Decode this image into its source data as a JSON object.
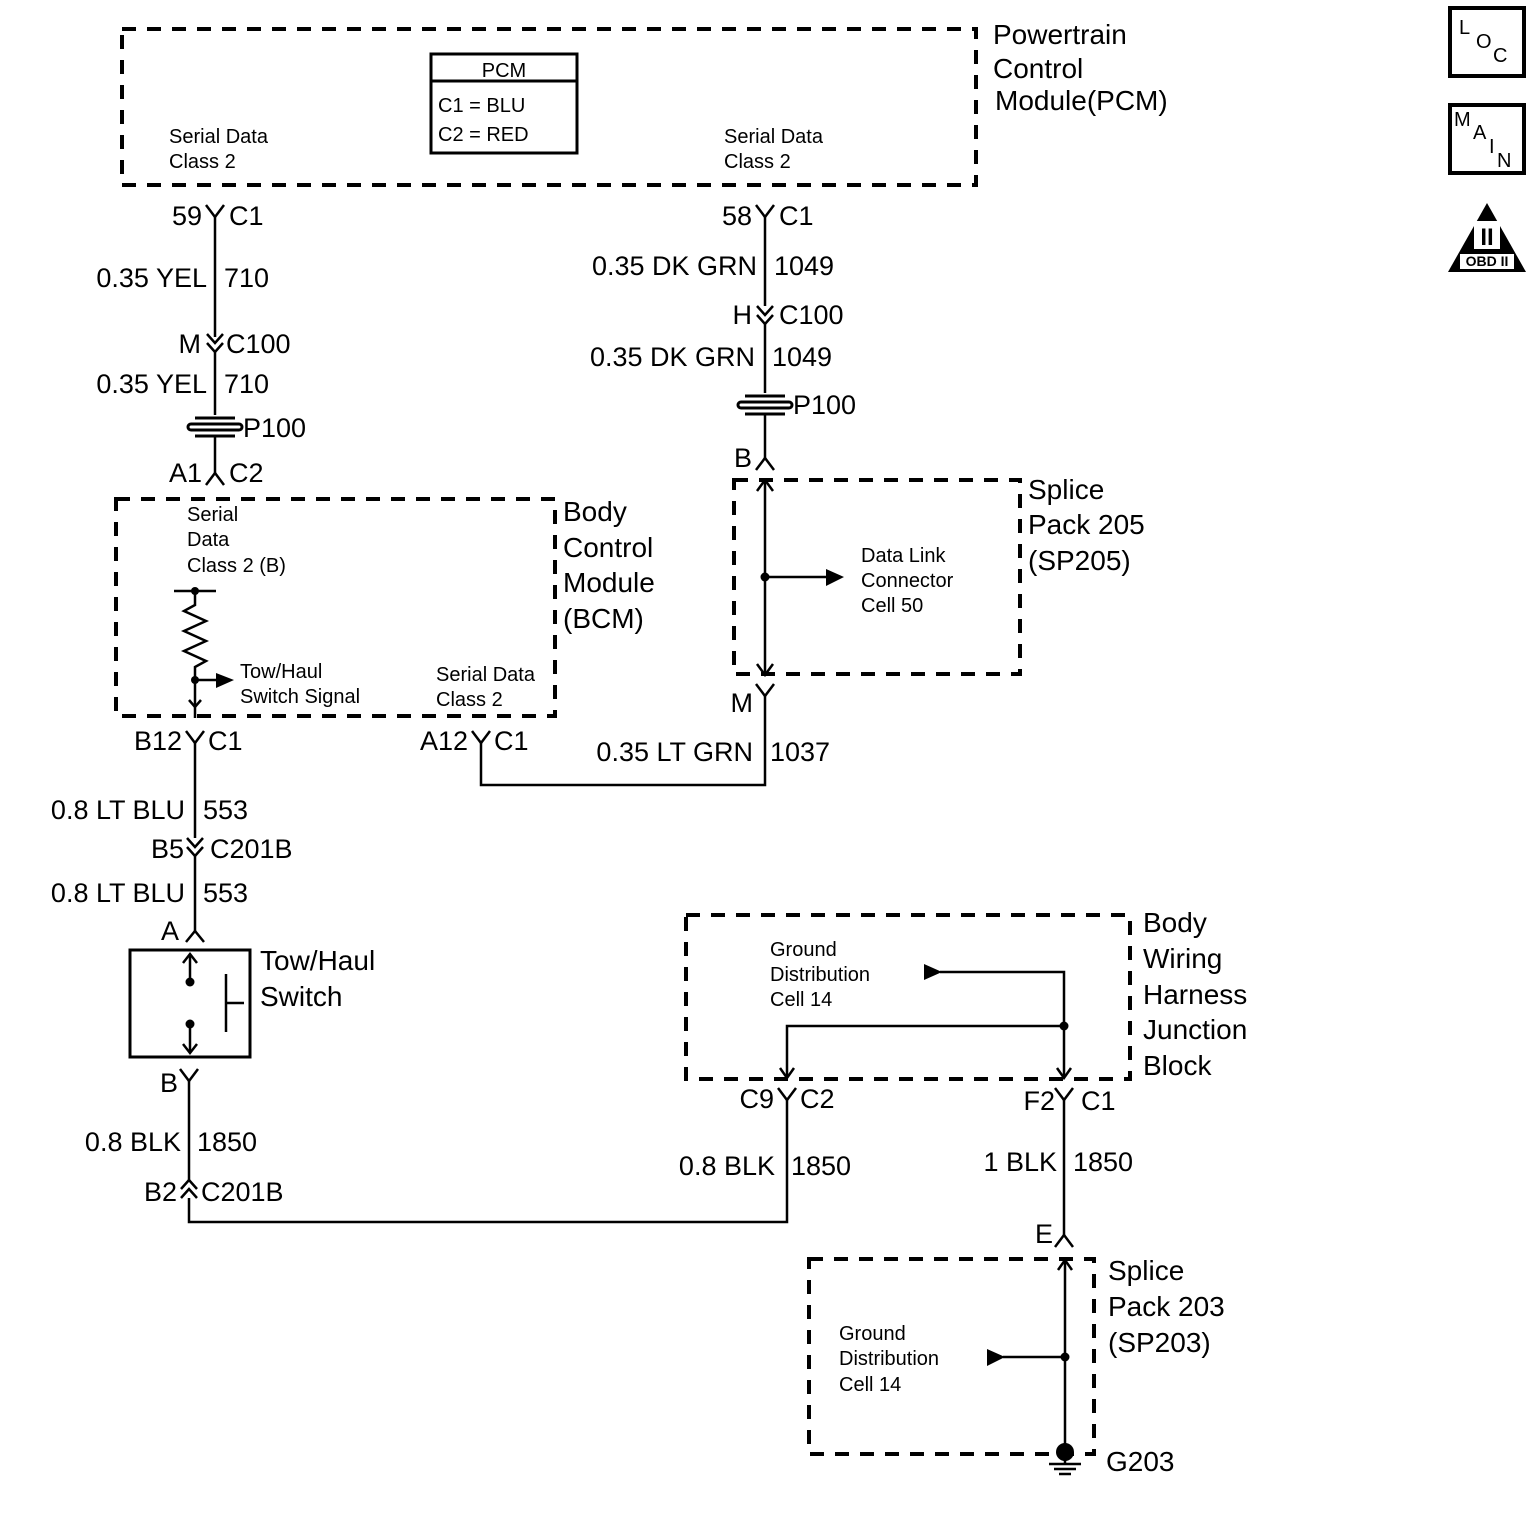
{
  "pcm": {
    "title_lines": [
      "Powertrain",
      "Control",
      "Module(PCM)"
    ],
    "inner_title": "PCM",
    "c1_color": "C1 = BLU",
    "c2_color": "C2 = RED",
    "left_signal": [
      "Serial Data",
      "Class 2"
    ],
    "right_signal": [
      "Serial Data",
      "Class 2"
    ],
    "pin_left": "59",
    "conn_left": "C1",
    "pin_right": "58",
    "conn_right": "C1"
  },
  "wires": {
    "w710_a": {
      "gauge": "0.35 YEL",
      "circuit": "710"
    },
    "w710_b": {
      "gauge": "0.35 YEL",
      "circuit": "710"
    },
    "w1049_a": {
      "gauge": "0.35 DK GRN",
      "circuit": "1049"
    },
    "w1049_b": {
      "gauge": "0.35 DK GRN",
      "circuit": "1049"
    },
    "w1037": {
      "gauge": "0.35 LT GRN",
      "circuit": "1037"
    },
    "w553_a": {
      "gauge": "0.8 LT BLU",
      "circuit": "553"
    },
    "w553_b": {
      "gauge": "0.8 LT BLU",
      "circuit": "553"
    },
    "w1850_a": {
      "gauge": "0.8 BLK",
      "circuit": "1850"
    },
    "w1850_b": {
      "gauge": "0.8 BLK",
      "circuit": "1850"
    },
    "w1850_c": {
      "gauge": "1 BLK",
      "circuit": "1850"
    }
  },
  "connectors": {
    "c100_left_pin": "M",
    "c100_left": "C100",
    "c100_right_pin": "H",
    "c100_right": "C100",
    "p100_left": "P100",
    "p100_right": "P100",
    "bcm_c2_pin": "A1",
    "bcm_c2": "C2",
    "sp205_b": "B",
    "sp205_m": "M",
    "bcm_b12_pin": "B12",
    "bcm_b12": "C1",
    "bcm_a12_pin": "A12",
    "bcm_a12": "C1",
    "c201b_pin": "B5",
    "c201b": "C201B",
    "sw_a": "A",
    "sw_b": "B",
    "c201b2_pin": "B2",
    "c201b2": "C201B",
    "bwh_c9_pin": "C9",
    "bwh_c9": "C2",
    "bwh_f2_pin": "F2",
    "bwh_f2": "C1",
    "sp203_e": "E",
    "ground": "G203"
  },
  "bcm": {
    "title_lines": [
      "Body",
      "Control",
      "Module",
      "(BCM)"
    ],
    "signal_lines": [
      "Serial",
      "Data",
      "Class 2 (B)"
    ],
    "tow_signal": [
      "Tow/Haul",
      "Switch Signal"
    ],
    "serial_lines": [
      "Serial Data",
      "Class 2"
    ]
  },
  "sp205": {
    "title_lines": [
      "Splice",
      "Pack 205",
      "(SP205)"
    ],
    "ref_lines": [
      "Data Link",
      "Connector",
      "Cell 50"
    ]
  },
  "switch": {
    "title_lines": [
      "Tow/Haul",
      "Switch"
    ]
  },
  "bwhjb": {
    "title_lines": [
      "Body",
      "Wiring",
      "Harness",
      "Junction",
      "Block"
    ],
    "ref_lines": [
      "Ground",
      "Distribution",
      "Cell 14"
    ]
  },
  "sp203": {
    "title_lines": [
      "Splice",
      "Pack 203",
      "(SP203)"
    ],
    "ref_lines": [
      "Ground",
      "Distribution",
      "Cell 14"
    ]
  },
  "icons": {
    "loc": [
      "L",
      "O",
      "C"
    ],
    "main": [
      "M",
      "A",
      "I",
      "N"
    ],
    "obd": {
      "numeral": "II",
      "label": "OBD II"
    }
  }
}
